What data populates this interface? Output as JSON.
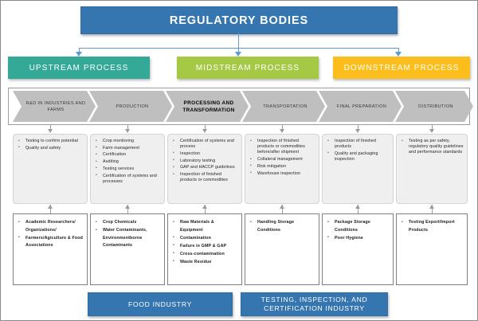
{
  "title": "REGULATORY BODIES",
  "processes": [
    {
      "label": "UPSTREAM PROCESS",
      "color": "#34a997"
    },
    {
      "label": "MIDSTREAM PROCESS",
      "color": "#a6c945"
    },
    {
      "label": "DOWNSTREAM PROCESS",
      "color": "#fcbe1c"
    }
  ],
  "chevrons": [
    {
      "label": "R&D IN INDUSTRIES AND FARMS",
      "emphasis": false
    },
    {
      "label": "PRODUCTION",
      "emphasis": false
    },
    {
      "label": "PROCESSING AND TRANSFORMATION",
      "emphasis": true
    },
    {
      "label": "TRANSPORTATION",
      "emphasis": false
    },
    {
      "label": "FINAL PREPARATION",
      "emphasis": false
    },
    {
      "label": "DISTRIBUTION",
      "emphasis": false
    }
  ],
  "services_row": [
    {
      "items": [
        "Testing to confirm potential",
        "Quality and safety"
      ]
    },
    {
      "items": [
        "Crop monitoring",
        "Farm management",
        "Certification",
        "Auditing",
        "Testing services",
        "Certification of systems and processes"
      ]
    },
    {
      "items": [
        "Certification of systems and process",
        "Inspection",
        "Laboratory testing",
        "GAP and HACCP guidelines",
        "Inspection of finished products or commodities"
      ]
    },
    {
      "items": [
        "Inspection of finished products or commodities before/after shipment",
        "Collateral management",
        "Risk mitigation",
        "Warehouse inspection"
      ]
    },
    {
      "items": [
        "Inspection of finished products",
        "Quality and packaging inspection"
      ]
    },
    {
      "items": [
        "Testing as per safety, regulatory quality guidelines and performance standards"
      ]
    }
  ],
  "stakeholder_row": [
    {
      "items": [
        "Academic Researchers/ Organizations/",
        "Farmers/Agiculture & Food Associations"
      ]
    },
    {
      "items": [
        "Crop Chemicals",
        "Water Contaminants, Environmentborne Contaminants"
      ]
    },
    {
      "items": [
        "Raw Materials & Equipment",
        "Contamination",
        "Failure in GMP & GAP",
        "Cross-contamination",
        "Waste Residue"
      ]
    },
    {
      "items": [
        "Handling Storage Conditions"
      ]
    },
    {
      "items": [
        "Package Storage Conditions",
        "Poor Hygiene"
      ]
    },
    {
      "items": [
        "Testing Export/Import Products"
      ]
    }
  ],
  "industries": [
    {
      "label": "FOOD INDUSTRY"
    },
    {
      "label": "TESTING, INSPECTION, AND CERTIFICATION INDUSTRY"
    }
  ],
  "colors": {
    "banner_blue": "#3576b0",
    "connector_blue": "#5b9bd5",
    "chevron_gray": "#bfbfbf",
    "card_gray": "#efefef"
  }
}
